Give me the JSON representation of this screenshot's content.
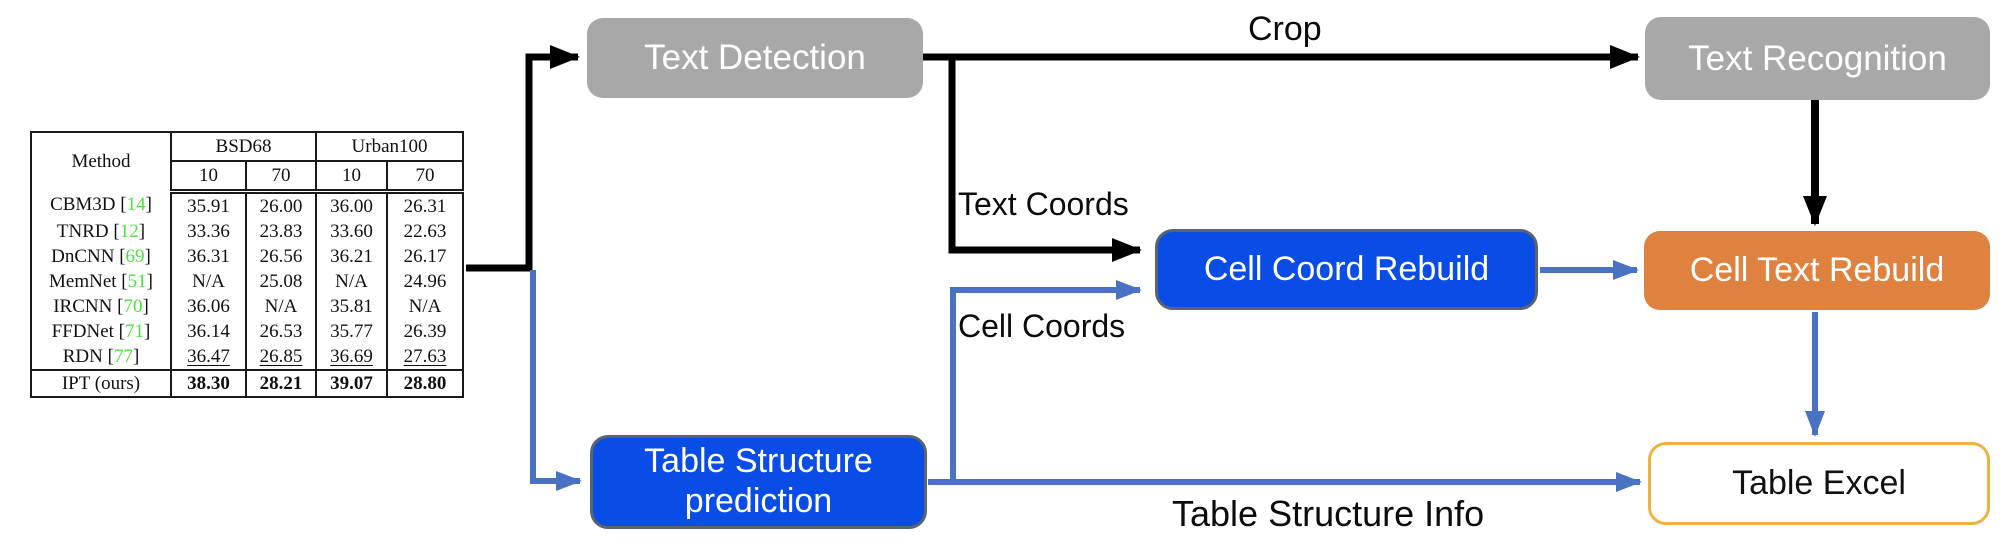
{
  "flowchart": {
    "boxes": {
      "text_detection": {
        "label": "Text Detection",
        "fill": "#a8a8a8",
        "text_color": "#ffffff"
      },
      "text_recognition": {
        "label": "Text Recognition",
        "fill": "#a8a8a8",
        "text_color": "#ffffff"
      },
      "cell_coord_rebuild": {
        "label": "Cell Coord Rebuild",
        "fill": "#0a4ce6",
        "text_color": "#ffffff"
      },
      "cell_text_rebuild": {
        "label": "Cell Text Rebuild",
        "fill": "#e0823f",
        "text_color": "#ffffff"
      },
      "table_structure_prediction": {
        "label": "Table Structure prediction",
        "fill": "#0a4ce6",
        "text_color": "#ffffff"
      },
      "table_excel": {
        "label": "Table Excel",
        "fill": "#ffffff",
        "border_color": "#ecb33e",
        "text_color": "#111111"
      }
    },
    "edge_labels": {
      "crop": "Crop",
      "text_coords": "Text Coords",
      "cell_coords": "Cell Coords",
      "table_structure_info": "Table Structure Info"
    },
    "colors": {
      "black_arrow": "#000000",
      "blue_arrow": "#4a72c2"
    }
  },
  "table": {
    "header": {
      "method": "Method",
      "groups": [
        "BSD68",
        "Urban100"
      ],
      "subcols": [
        "10",
        "70",
        "10",
        "70"
      ]
    },
    "cite_color": "#4ee142",
    "rows": [
      {
        "method": "CBM3D",
        "cite": "14",
        "values": [
          "35.91",
          "26.00",
          "36.00",
          "26.31"
        ],
        "underline": false,
        "bold": false
      },
      {
        "method": "TNRD",
        "cite": "12",
        "values": [
          "33.36",
          "23.83",
          "33.60",
          "22.63"
        ],
        "underline": false,
        "bold": false
      },
      {
        "method": "DnCNN",
        "cite": "69",
        "values": [
          "36.31",
          "26.56",
          "36.21",
          "26.17"
        ],
        "underline": false,
        "bold": false
      },
      {
        "method": "MemNet",
        "cite": "51",
        "values": [
          "N/A",
          "25.08",
          "N/A",
          "24.96"
        ],
        "underline": false,
        "bold": false
      },
      {
        "method": "IRCNN",
        "cite": "70",
        "values": [
          "36.06",
          "N/A",
          "35.81",
          "N/A"
        ],
        "underline": false,
        "bold": false
      },
      {
        "method": "FFDNet",
        "cite": "71",
        "values": [
          "36.14",
          "26.53",
          "35.77",
          "26.39"
        ],
        "underline": false,
        "bold": false
      },
      {
        "method": "RDN",
        "cite": "77",
        "values": [
          "36.47",
          "26.85",
          "36.69",
          "27.63"
        ],
        "underline": true,
        "bold": false
      },
      {
        "method": "IPT (ours)",
        "cite": null,
        "values": [
          "38.30",
          "28.21",
          "39.07",
          "28.80"
        ],
        "underline": false,
        "bold": true
      }
    ]
  }
}
